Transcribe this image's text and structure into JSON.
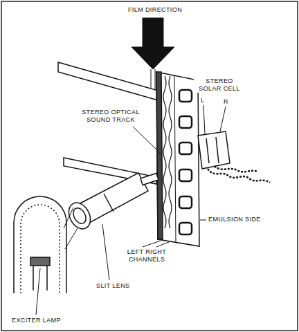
{
  "diagram": {
    "labels": [
      "FILM DIRECTION",
      "STEREO SOLAR CELL",
      "L",
      "R",
      "STEREO OPTICAL SOUND TRACK",
      "EMULSION SIDE",
      "LEFT RIGHT CHANNELS",
      "SLIT LENS",
      "EXCITER LAMP"
    ]
  }
}
